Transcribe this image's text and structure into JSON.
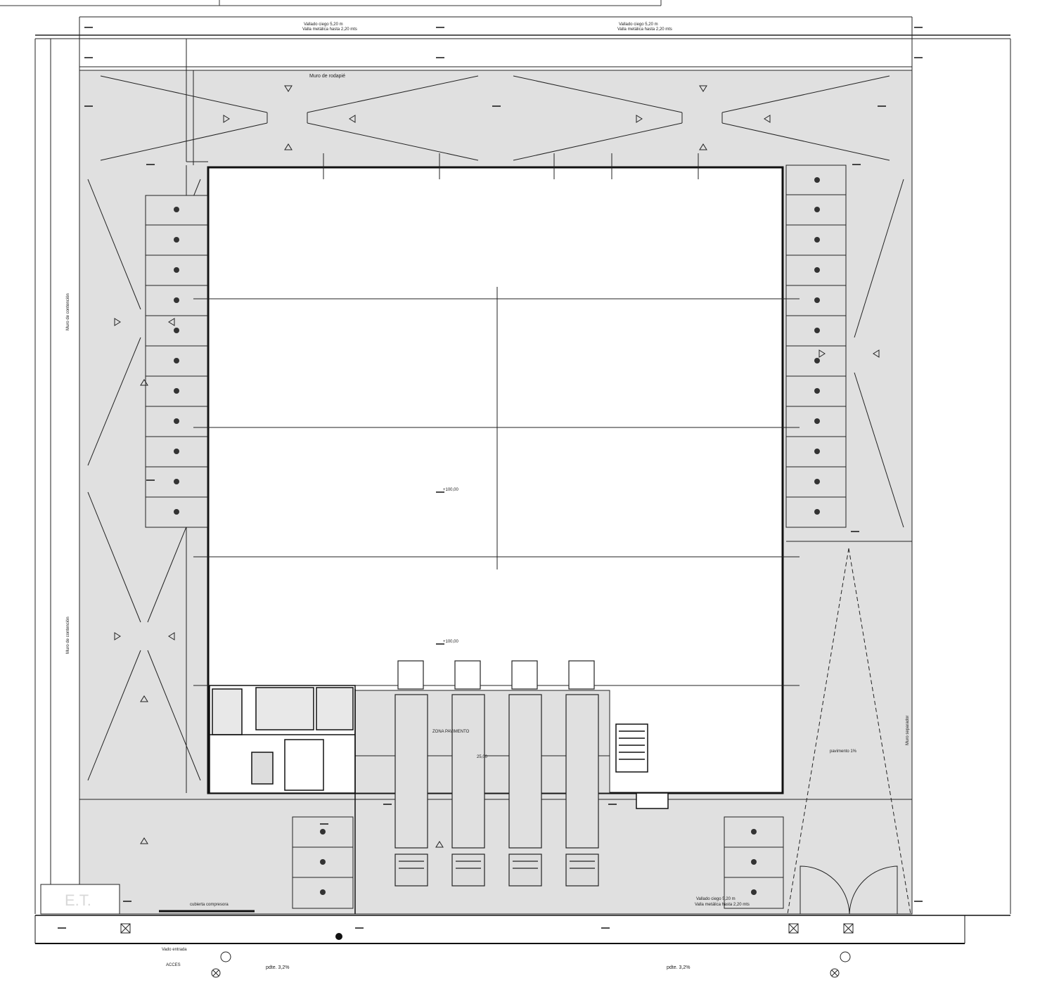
{
  "drawing": {
    "title_top_left": "Vallado ciego 5,20 m",
    "title_top_left_sub": "Valla metálica hasta 2,20 mts",
    "title_top_right": "Vallado ciego 5,20 m",
    "title_top_right_sub": "Valla metálica hasta 2,20 mts",
    "muro_label": "Muro de rodapié",
    "et_label": "E.T.",
    "acces_label": "ACCES",
    "vado_label": "Vado entrada",
    "pendiente_left": "pdte. 3,2%",
    "pendiente_right": "pdte. 3,2%",
    "zona_pavimento": "ZONA PAVIMENTO",
    "pavimento_pct": "pavimento 1%",
    "cubierta_label": "cubierta compresora",
    "valla_bottom_right": "Vallado ciego 5,20 m",
    "valla_bottom_right_sub": "Valla metálica hasta 2,20 mts",
    "level_mark": "+100,00",
    "slope_mark": "1%",
    "muro_contencion": "Muro de contención",
    "muro_separacion": "Muro separador",
    "dim_text": "25,00"
  },
  "icons": {
    "level": "level-marker-icon",
    "parking": "parking-bay-icon",
    "truck": "truck-icon",
    "drain": "drain-icon",
    "slope": "slope-arrow-icon"
  },
  "colors": {
    "paved": "#e0e0e0",
    "line": "#1a1a1a",
    "white": "#ffffff"
  }
}
